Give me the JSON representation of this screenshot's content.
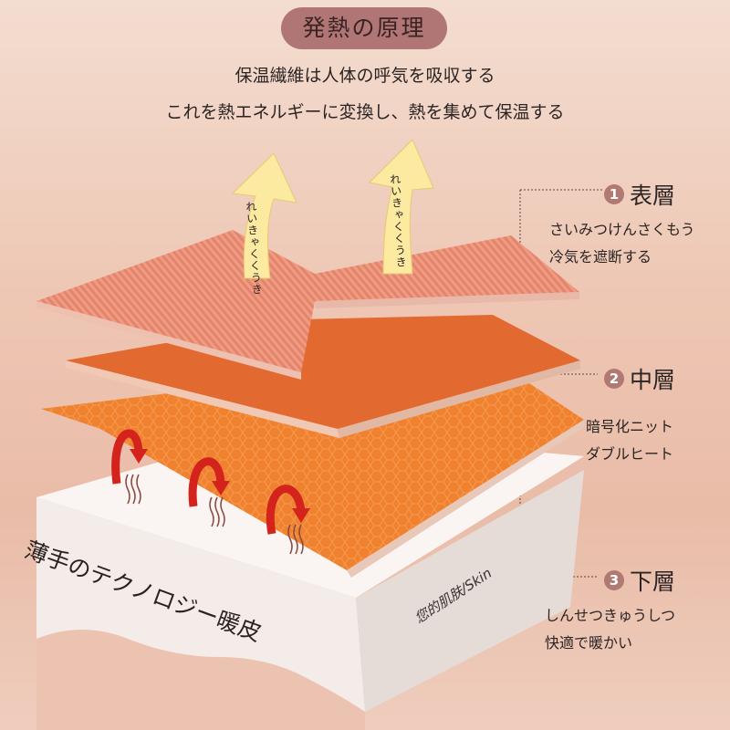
{
  "title": "発熱の原理",
  "subtitle_lines": [
    "保温繊維は人体の呼気を吸収する",
    "これを熱エネルギーに変換し、熱を集めて保温する"
  ],
  "arrows": [
    {
      "text": "れいきゃくくうき"
    },
    {
      "text": "れいきゃくくうき"
    }
  ],
  "layers": [
    {
      "number": "1",
      "name": "表層",
      "desc": [
        "さいみつけんさくもう",
        "冷気を遮断する"
      ]
    },
    {
      "number": "2",
      "name": "中層",
      "desc": [
        "暗号化ニット",
        "ダブルヒート"
      ]
    },
    {
      "number": "3",
      "name": "下層",
      "desc": [
        "しんせつきゅうしつ",
        "快適で暖かい"
      ]
    }
  ],
  "base": {
    "front_text": "薄手のテクノロジー暖皮",
    "side_text": "您的肌肤/Skin"
  },
  "colors": {
    "pill": "#b07676",
    "top_layer": "#e58c6e",
    "middle_layer": "#e2692f",
    "lower_layer": "#f08a3a",
    "base": "#f6efeb",
    "heat_arrow": "#d4231d",
    "cool_arrow": "#fbeaa0"
  }
}
